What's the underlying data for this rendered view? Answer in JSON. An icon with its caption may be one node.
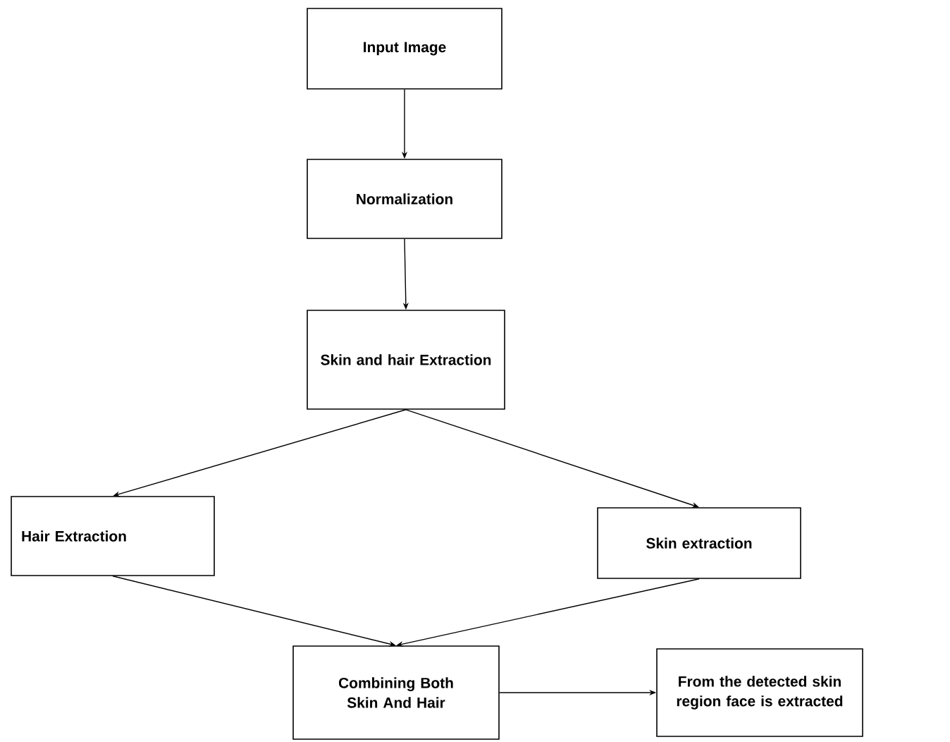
{
  "diagram": {
    "nodes": [
      {
        "text": [
          "Input Image"
        ]
      },
      {
        "text": [
          "Normalization"
        ]
      },
      {
        "text": [
          "Skin and hair Extraction"
        ]
      },
      {
        "text": [
          "Hair Extraction"
        ]
      },
      {
        "text": [
          "Skin extraction"
        ]
      },
      {
        "text": [
          "Combining Both Skin And Hair"
        ]
      },
      {
        "text": [
          "From the detected skin region face is extracted"
        ]
      }
    ],
    "edges": [
      {
        "from": 0,
        "to": 1,
        "arrow": "to"
      },
      {
        "from": 1,
        "to": 2,
        "arrow": "to"
      },
      {
        "from": 2,
        "to": 3,
        "arrow": "to"
      },
      {
        "from": 2,
        "to": 4,
        "arrow": "to"
      },
      {
        "from": 3,
        "to": 5,
        "arrow": "to"
      },
      {
        "from": 4,
        "to": 5,
        "arrow": "to"
      },
      {
        "from": 5,
        "to": 6,
        "arrow": "to"
      }
    ]
  }
}
